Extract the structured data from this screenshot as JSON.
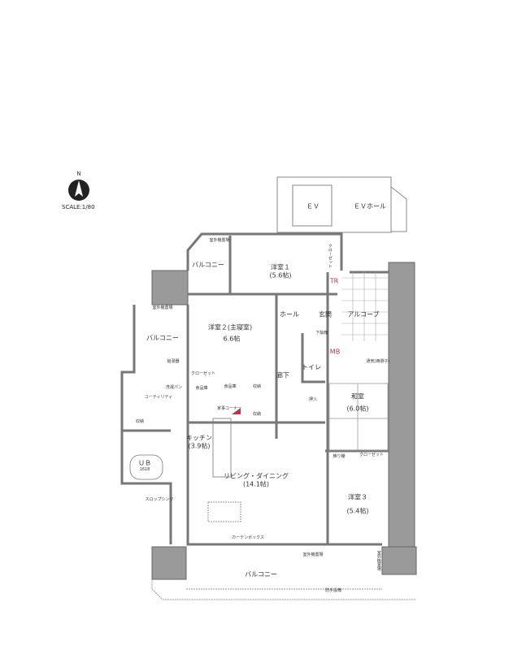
{
  "compass": {
    "north_label": "N",
    "scale": "SCALE:1/80"
  },
  "core": {
    "ev": "ＥＶ",
    "ev_hall": "ＥＶホール"
  },
  "rooms": {
    "outdoor_unit_1": "室外機置場",
    "balcony_north": "バルコニー",
    "western1_name": "洋室１",
    "western1_size": "(5.6帖)",
    "closet1": "クローゼット",
    "tr": "TR",
    "hall": "ホール",
    "entrance": "玄関",
    "alcove": "アルコーブ",
    "outdoor_unit_2": "室外機置場",
    "western2_name": "洋室２(主寝室)",
    "western2_size": "6.6帖",
    "balcony_west": "バルコニー",
    "shoe_box": "下駄箱",
    "mb": "MB",
    "water_heater": "給湯器",
    "toilet": "トイレ",
    "corridor": "廊下",
    "vent": "通気(西側子)",
    "closet2": "クローゼット",
    "washer_pan": "洗濯パン",
    "pantry1": "食品庫",
    "pantry2": "食品庫",
    "storage1": "収納",
    "utility": "ユーティリティ",
    "oshiire": "押入",
    "japanese_name": "和室",
    "japanese_size": "(6.0帖)",
    "housework_corner": "家事コーナー",
    "storage2": "収納",
    "storage3": "収納",
    "kitchen_name": "キッチン",
    "kitchen_size": "(3.9帖)",
    "ub_name": "ＵＢ",
    "ub_size": "1618",
    "display_shelf": "飾り棚",
    "closet3": "クローゼット",
    "ld_name": "リビング・ダイニング",
    "ld_size": "(14.1帖)",
    "western3_name": "洋室３",
    "western3_size": "(5.4帖)",
    "slop_sink": "スロップシンク",
    "curtain_box": "カーテンボックス",
    "outdoor_unit_3": "室外機置場",
    "balcony_south": "バルコニー",
    "railing": "防手設備",
    "outdoor_unit_4": "室外機置場"
  }
}
